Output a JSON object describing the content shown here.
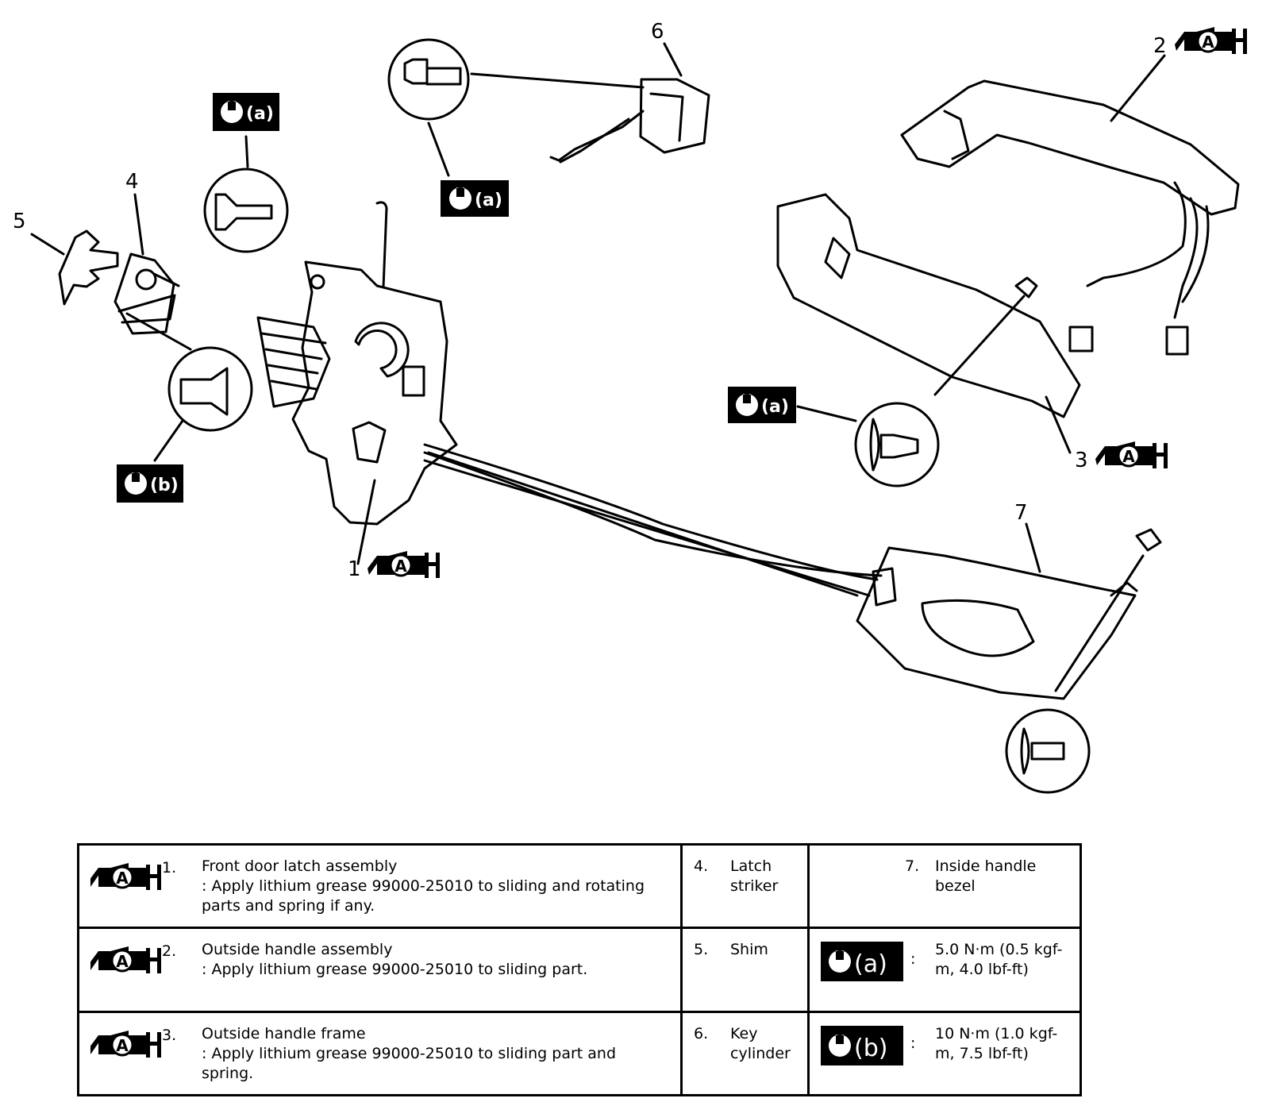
{
  "callouts": {
    "n1": "1",
    "n2": "2",
    "n3": "3",
    "n4": "4",
    "n5": "5",
    "n6": "6",
    "n7": "7"
  },
  "torque_tags": {
    "a": "(a)",
    "b": "(b)"
  },
  "grease_tag": "A",
  "legend": {
    "rows": [
      {
        "num": "1.",
        "name": "Front door latch assembly",
        "note": ": Apply lithium grease 99000-25010 to sliding and rotating parts and spring if any.",
        "part_num": "4.",
        "part_name": "Latch striker",
        "col3_num": "7.",
        "col3_name": "Inside handle bezel"
      },
      {
        "num": "2.",
        "name": "Outside handle assembly",
        "note": ": Apply lithium grease 99000-25010 to sliding part.",
        "part_num": "5.",
        "part_name": "Shim",
        "torque_label": "(a)",
        "torque_value": "5.0 N·m (0.5 kgf-m, 4.0 lbf-ft)"
      },
      {
        "num": "3.",
        "name": "Outside handle frame",
        "note": ": Apply lithium grease 99000-25010 to sliding part and spring.",
        "part_num": "6.",
        "part_name": "Key cylinder",
        "torque_label": "(b)",
        "torque_value": "10 N·m (1.0 kgf-m, 7.5 lbf-ft)"
      }
    ],
    "colon": ":"
  }
}
